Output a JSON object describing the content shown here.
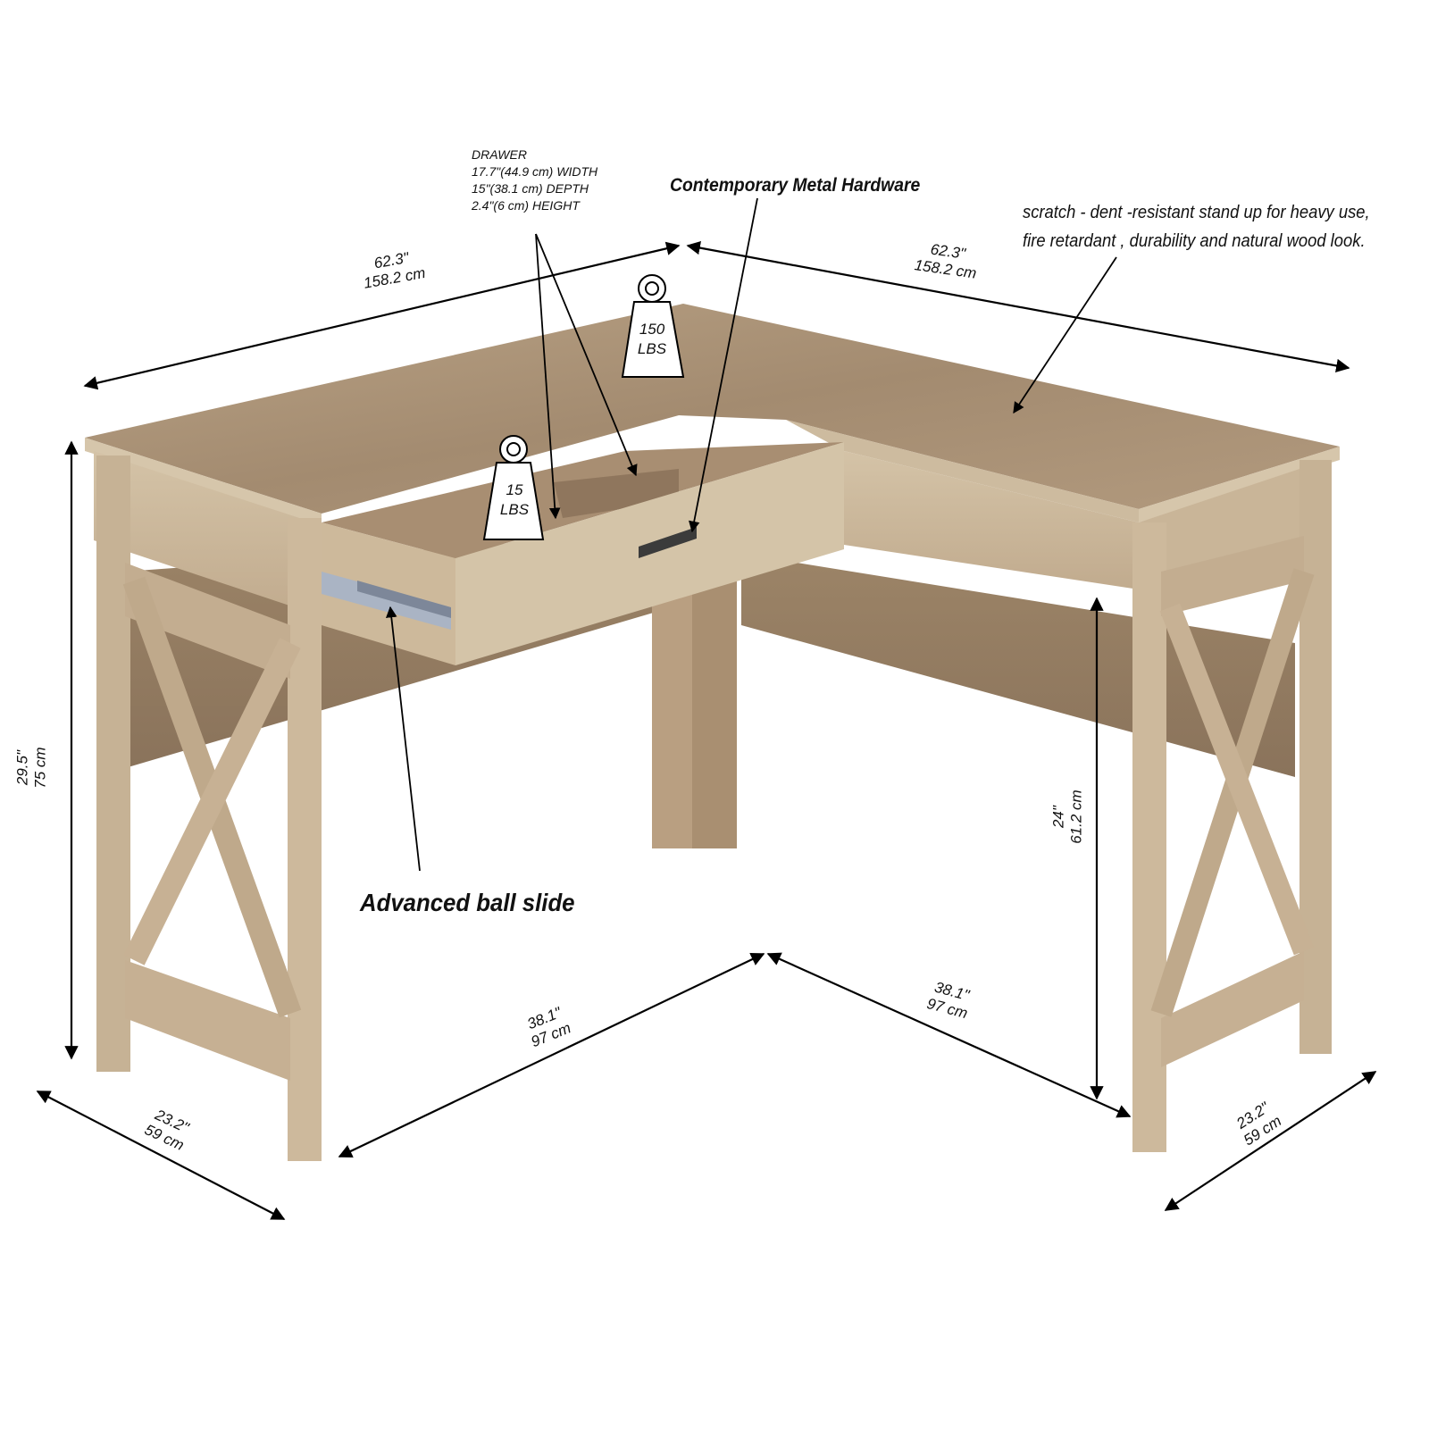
{
  "drawer_spec": {
    "title": "DRAWER",
    "width": "17.7\"(44.9 cm) WIDTH",
    "depth": "15\"(38.1 cm) DEPTH",
    "height": "2.4\"(6 cm) HEIGHT"
  },
  "callouts": {
    "hardware": "Contemporary Metal Hardware",
    "ball_slide": "Advanced ball slide",
    "surface_line1": "scratch - dent -resistant stand up for heavy use,",
    "surface_line2": "fire retardant , durability and natural wood look."
  },
  "weights": {
    "top": {
      "value": "150",
      "unit": "LBS"
    },
    "drawer": {
      "value": "15",
      "unit": "LBS"
    }
  },
  "dimensions": {
    "left_length": {
      "in": "62.3\"",
      "cm": "158.2 cm"
    },
    "right_length": {
      "in": "62.3\"",
      "cm": "158.2 cm"
    },
    "overall_height": {
      "in": "29.5\"",
      "cm": "75 cm"
    },
    "knee_height": {
      "in": "24\"",
      "cm": "61.2 cm"
    },
    "inner_left": {
      "in": "38.1\"",
      "cm": "97 cm"
    },
    "inner_right": {
      "in": "38.1\"",
      "cm": "97 cm"
    },
    "left_depth": {
      "in": "23.2\"",
      "cm": "59 cm"
    },
    "right_depth": {
      "in": "23.2\"",
      "cm": "59 cm"
    }
  },
  "colors": {
    "wood_light": "#cbb79c",
    "wood_mid": "#b59d80",
    "wood_dark": "#8e7761",
    "arrow": "#000000"
  }
}
